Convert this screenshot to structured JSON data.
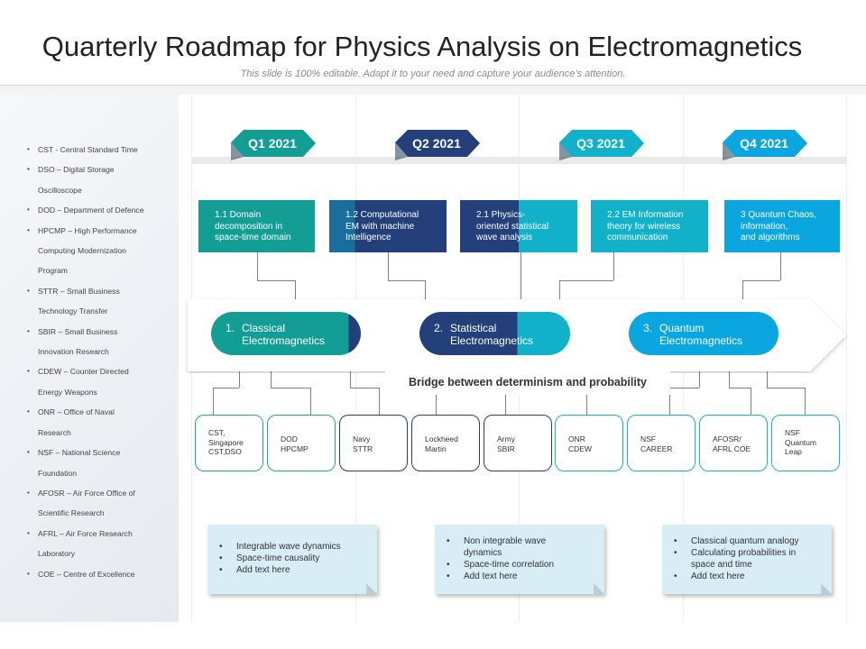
{
  "title": "Quarterly Roadmap for Physics Analysis on Electromagnetics",
  "subtitle": "This slide is 100% editable. Adapt it to your need and capture your audience’s attention.",
  "colors": {
    "teal": "#129d95",
    "navy": "#23407a",
    "cyan": "#10b1c9",
    "sky": "#0aa6e0",
    "note_bg": "#d8edf6"
  },
  "glossary": [
    [
      "CST - Central Standard Time"
    ],
    [
      "DSO – Digital Storage",
      "Oscilloscope"
    ],
    [
      "DOD –  Department of Defence"
    ],
    [
      "HPCMP – High Performance",
      "Computing Modernization",
      "Program"
    ],
    [
      "STTR – Small Business",
      "Technology Transfer"
    ],
    [
      "SBIR – Small Business",
      "Innovation Research"
    ],
    [
      "CDEW –  Counter Directed",
      "Energy Weapons"
    ],
    [
      "ONR –  Office of Naval",
      "Research"
    ],
    [
      "NSF – National Science",
      "Foundation"
    ],
    [
      "AFOSR – Air Force Office of",
      "Scientific Research"
    ],
    [
      "AFRL – Air Force Research",
      "Laboratory"
    ],
    [
      "COE – Centre of Excellence"
    ]
  ],
  "quarters": [
    "Q1 2021",
    "Q2 2021",
    "Q3 2021",
    "Q4 2021"
  ],
  "tasks": [
    [
      "1.1 Domain",
      "decomposition in",
      "space-time domain"
    ],
    [
      "1.2 Computational",
      "EM  with machine",
      "Intelligence"
    ],
    [
      "2.1 Physics-",
      "oriented statistical",
      "wave analysis"
    ],
    [
      "2.2 EM Information",
      "theory for wireless",
      "communication"
    ],
    [
      "3 Quantum Chaos,",
      "information,",
      "and algorithms"
    ]
  ],
  "phases": [
    {
      "num": "1.",
      "lines": [
        "Classical",
        "Electromagnetics"
      ]
    },
    {
      "num": "2.",
      "lines": [
        "Statistical",
        "Electromagnetics"
      ]
    },
    {
      "num": "3.",
      "lines": [
        "Quantum",
        "Electromagnetics"
      ]
    }
  ],
  "bridge": "Bridge between determinism and probability",
  "subtasks": [
    [
      "CST,",
      "Singapore",
      "CST,DSO"
    ],
    [
      "DOD",
      "HPCMP"
    ],
    [
      "Navy",
      "STTR"
    ],
    [
      "Lockheed",
      "Martin"
    ],
    [
      "Army",
      "SBIR"
    ],
    [
      "ONR",
      "CDEW"
    ],
    [
      "NSF",
      "CAREER"
    ],
    [
      "AFOSR/",
      "AFRL COE"
    ],
    [
      "NSF",
      "Quantum",
      "Leap"
    ]
  ],
  "notes": [
    [
      "Integrable wave dynamics",
      "Space-time causality",
      "Add text here"
    ],
    [
      "Non integrable wave|dynamics",
      "Space-time correlation",
      "Add text here"
    ],
    [
      "Classical quantum analogy",
      "Calculating probabilities in|space and time",
      "Add text here"
    ]
  ]
}
